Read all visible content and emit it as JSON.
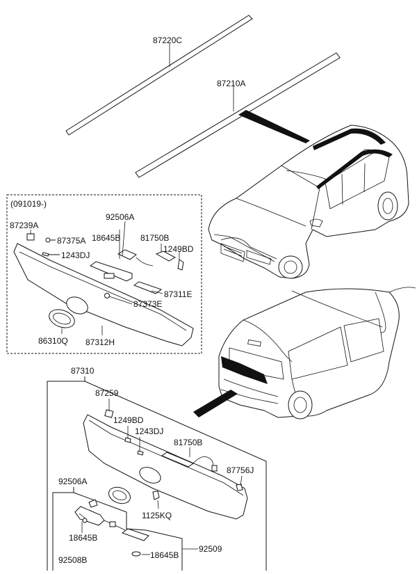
{
  "diagram": {
    "group_label": "(091019-)",
    "parts": {
      "roof_molding_front": "87220C",
      "roof_molding_rear": "87210A",
      "emblem_clip_a": "87239A",
      "clip_a": "87375A",
      "screw_a": "1243DJ",
      "lamp_assy_a": "92506A",
      "bulb_a": "18645B",
      "harness_a": "81750B",
      "bolt_a": "1249BD",
      "bracket": "87311E",
      "grommet": "87373E",
      "emblem": "86310Q",
      "garnish_assy_a": "87312H",
      "garnish_assy": "87310",
      "clip_b": "87259",
      "bolt_b": "1249BD",
      "screw_b": "1243DJ",
      "harness_b": "81750B",
      "cap": "87756J",
      "lamp_assy_b": "92506A",
      "nut": "1125KQ",
      "bulb_b": "18645B",
      "lamp_b": "92508B",
      "bulb_c": "18645B",
      "lamp_c": "92509"
    }
  }
}
